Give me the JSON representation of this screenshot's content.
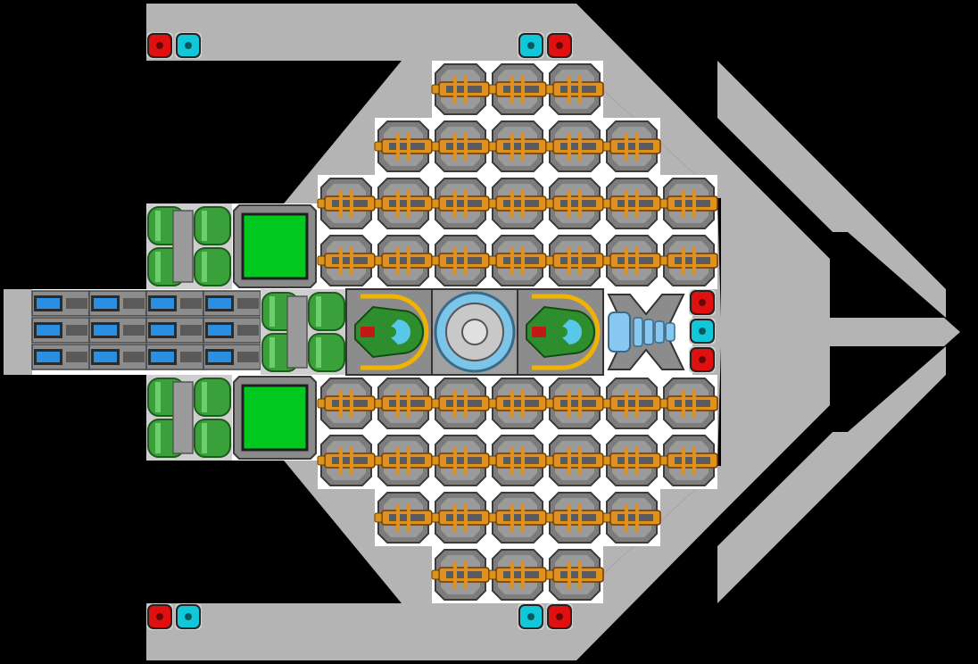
{
  "ship": {
    "hull_color": "#b4b4b4",
    "floor_color": "#ffffff",
    "background_color": "#000000",
    "hull_sections": [
      {
        "name": "left-arm-top",
        "kind": "hull"
      },
      {
        "name": "left-arm-bottom",
        "kind": "hull"
      },
      {
        "name": "upper-diagonal-hull",
        "kind": "hull"
      },
      {
        "name": "lower-diagonal-hull",
        "kind": "hull"
      },
      {
        "name": "arrow-upper-prong",
        "kind": "hull"
      },
      {
        "name": "arrow-lower-prong",
        "kind": "hull"
      },
      {
        "name": "arrow-tip",
        "kind": "hull"
      },
      {
        "name": "rear-stub",
        "kind": "hull"
      }
    ]
  },
  "modules": {
    "weapon": {
      "icon": "cannon-icon",
      "metal": "#e0901c",
      "barrel": "#5a5a5a",
      "rows": [
        {
          "name": "weapon-row-1",
          "count": 3
        },
        {
          "name": "weapon-row-2",
          "count": 5
        },
        {
          "name": "weapon-row-3",
          "count": 7
        },
        {
          "name": "weapon-row-4",
          "count": 7
        },
        {
          "name": "weapon-row-5",
          "count": 7
        },
        {
          "name": "weapon-row-6",
          "count": 7
        },
        {
          "name": "weapon-row-7",
          "count": 5
        },
        {
          "name": "weapon-row-8",
          "count": 3
        }
      ]
    },
    "battery": {
      "icon": "battery-icon",
      "color": "#2a8fe0",
      "rows": 3,
      "cols": 4
    },
    "generator": {
      "icon": "generator-icon",
      "color": "#3aa03a",
      "count": 3
    },
    "storage": {
      "icon": "cargo-icon",
      "color": "#00c81e",
      "count": 2
    },
    "cockpit": {
      "icon": "cockpit-icon",
      "accent": "#f0b400",
      "count": 2
    },
    "gyro": {
      "icon": "gyroscope-icon",
      "accent": "#7cc4e8"
    },
    "thruster": {
      "icon": "thruster-icon",
      "accent": "#88c8f0"
    },
    "lights": {
      "red": "#e01010",
      "cyan": "#10c8d8"
    }
  }
}
